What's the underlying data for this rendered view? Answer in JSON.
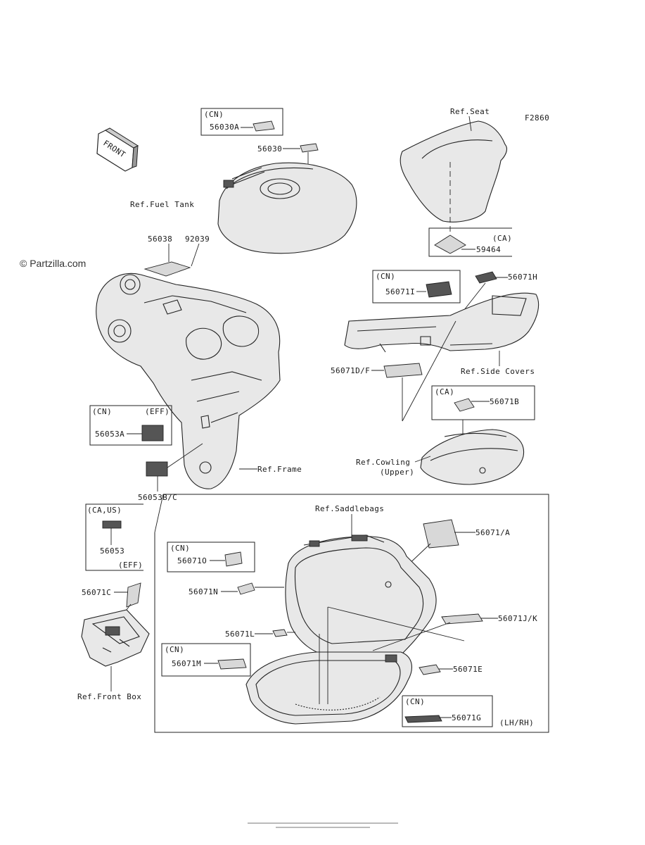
{
  "watermark": "© Partzilla.com",
  "figure_code": "F2860",
  "footer": "",
  "labels": {
    "cn_56030a_box_tag": "(CN)",
    "p56030a": "56030A",
    "p56030": "56030",
    "ref_fuel_tank": "Ref.Fuel Tank",
    "p56038": "56038",
    "p92039": "92039",
    "ref_seat": "Ref.Seat",
    "ca_59464_tag": "(CA)",
    "p59464": "59464",
    "cn_56071i_tag": "(CN)",
    "p56071i": "56071I",
    "p56071h": "56071H",
    "ref_side_covers": "Ref.Side Covers",
    "p56071d_f": "56071D/F",
    "ca_56071b_tag": "(CA)",
    "p56071b": "56071B",
    "ref_cowling": "Ref.Cowling",
    "ref_cowling_sub": "(Upper)",
    "cn_eff_tag_cn": "(CN)",
    "cn_eff_tag_eff": "(EFF)",
    "p56053a": "56053A",
    "ref_frame": "Ref.Frame",
    "p56053b_c": "56053B/C",
    "ca_us_tag": "(CA,US)",
    "p56053": "56053",
    "eff_tag": "(EFF)",
    "p56071c": "56071C",
    "ref_front_box": "Ref.Front Box",
    "ref_saddlebags": "Ref.Saddlebags",
    "p56071a": "56071/A",
    "cn_56071o_tag": "(CN)",
    "p56071o": "56071O",
    "p56071n": "56071N",
    "p56071j_k": "56071J/K",
    "p56071l": "56071L",
    "cn_56071m_tag": "(CN)",
    "p56071m": "56071M",
    "p56071e": "56071E",
    "cn_56071g_tag": "(CN)",
    "p56071g": "56071G",
    "lh_rh": "(LH/RH)",
    "front_arrow": "FRONT"
  }
}
